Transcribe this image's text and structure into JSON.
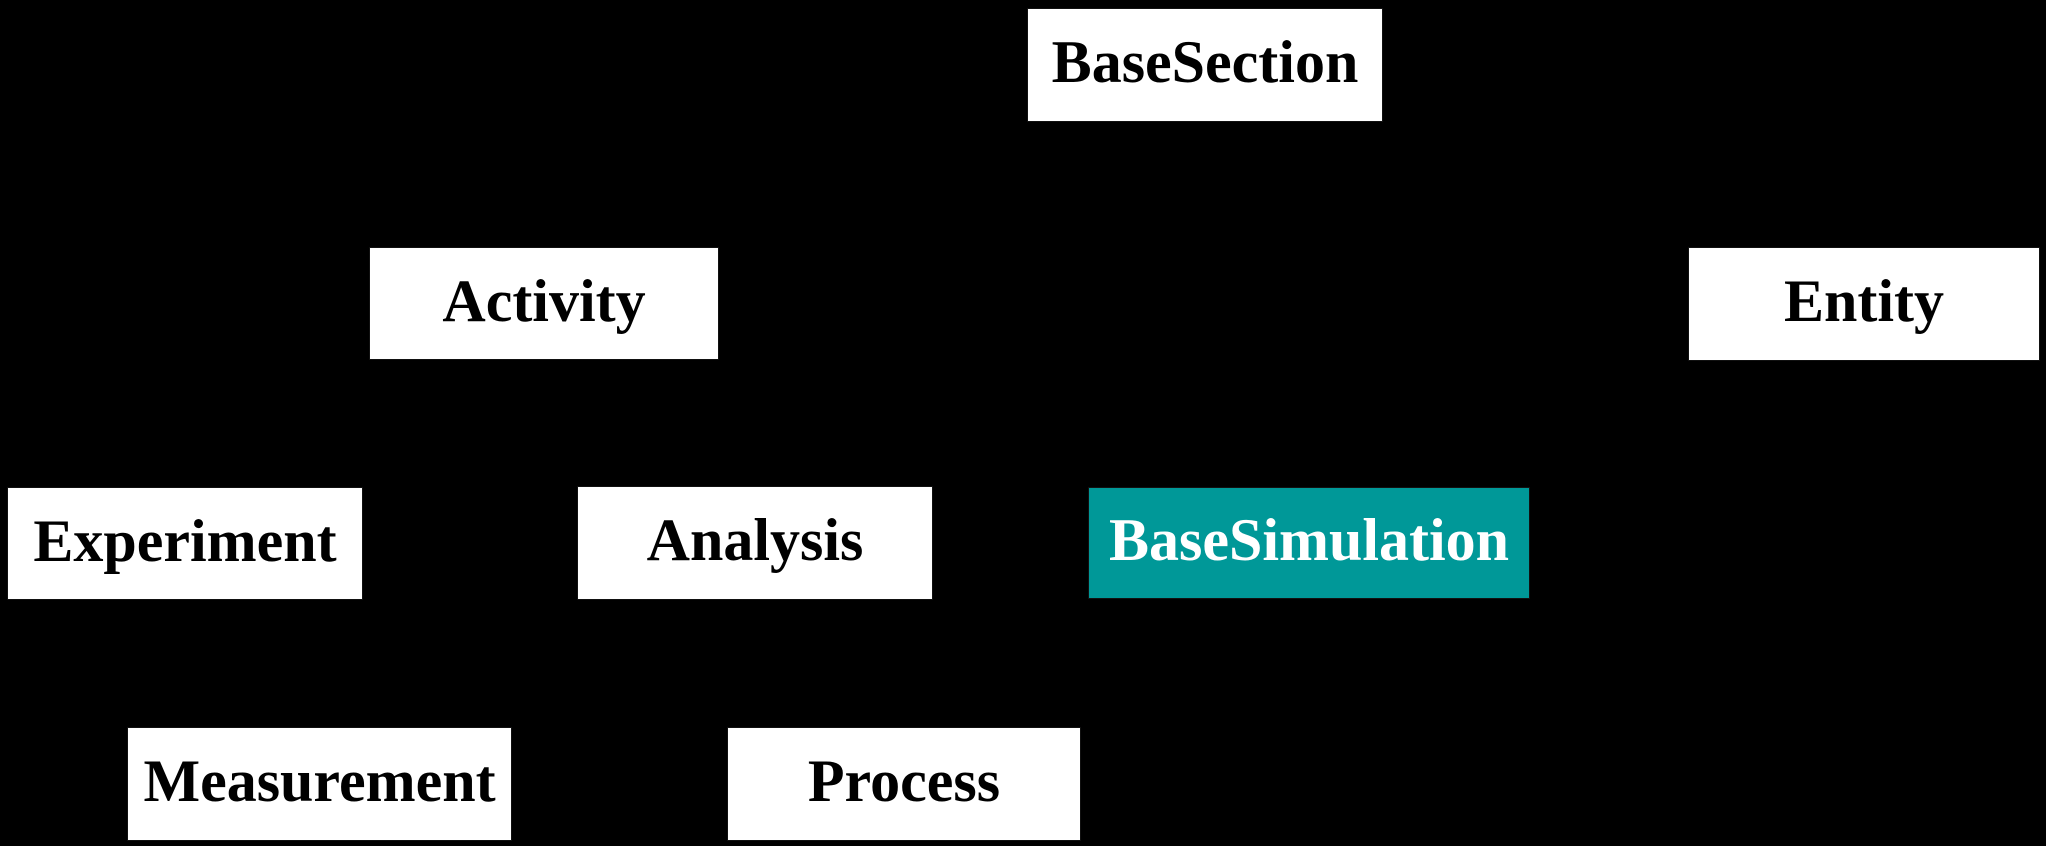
{
  "diagram": {
    "type": "class-hierarchy",
    "background_color": "#000000",
    "colors": {
      "node_fill": "#ffffff",
      "node_text": "#000000",
      "highlight_fill": "#009898",
      "highlight_text": "#ffffff"
    },
    "nodes": [
      {
        "id": "base-section",
        "label": "BaseSection",
        "fill": "#ffffff",
        "text_color": "#000000",
        "highlighted": false
      },
      {
        "id": "activity",
        "label": "Activity",
        "fill": "#ffffff",
        "text_color": "#000000",
        "highlighted": false
      },
      {
        "id": "entity",
        "label": "Entity",
        "fill": "#ffffff",
        "text_color": "#000000",
        "highlighted": false
      },
      {
        "id": "experiment",
        "label": "Experiment",
        "fill": "#ffffff",
        "text_color": "#000000",
        "highlighted": false
      },
      {
        "id": "analysis",
        "label": "Analysis",
        "fill": "#ffffff",
        "text_color": "#000000",
        "highlighted": false
      },
      {
        "id": "base-simulation",
        "label": "BaseSimulation",
        "fill": "#009898",
        "text_color": "#ffffff",
        "highlighted": true
      },
      {
        "id": "measurement",
        "label": "Measurement",
        "fill": "#ffffff",
        "text_color": "#000000",
        "highlighted": false
      },
      {
        "id": "process",
        "label": "Process",
        "fill": "#ffffff",
        "text_color": "#000000",
        "highlighted": false
      }
    ]
  }
}
